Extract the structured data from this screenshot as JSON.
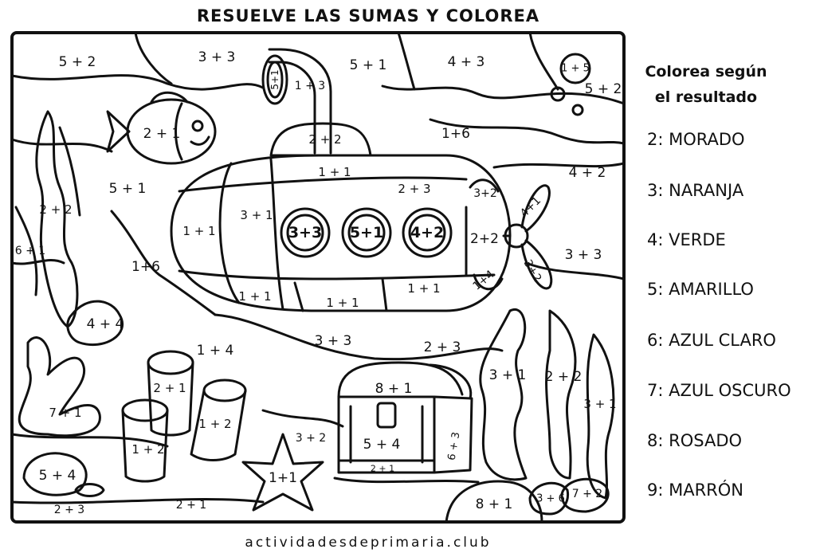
{
  "title": "RESUELVE LAS SUMAS Y COLOREA",
  "legend": {
    "heading_line1": "Colorea según",
    "heading_line2": "el resultado",
    "items": [
      "2: MORADO",
      "3: NARANJA",
      "4: VERDE",
      "5: AMARILLO",
      "6: AZUL CLARO",
      "7: AZUL OSCURO",
      "8: ROSADO",
      "9: MARRÓN"
    ]
  },
  "sums": {
    "s01": "5 + 2",
    "s02": "3 + 3",
    "s03": "5 + 1",
    "s04": "4 + 3",
    "s05": "1 + 5",
    "s06": "5 + 2",
    "s07": "5+1",
    "s08": "1 + 3",
    "s09": "2 + 1",
    "s10": "2 + 2",
    "s11": "1+6",
    "s12": "4 + 2",
    "s13": "5 + 1",
    "s14": "1 + 1",
    "s15": "2 + 3",
    "s16": "3+2",
    "s17": "4+1",
    "s18": "2 + 2",
    "s19": "3 + 1",
    "s20": "1 + 1",
    "s21": "3+3",
    "s22": "5+1",
    "s23": "4+2",
    "s24": "2+2",
    "s25": "3 + 3",
    "s26": "6 + 1",
    "s27": "1+6",
    "s28": "3+2",
    "s29": "1+4",
    "s30": "1 + 1",
    "s31": "1 + 1",
    "s32": "1 + 1",
    "s33": "4 + 4",
    "s34": "1 + 4",
    "s35": "3 + 3",
    "s36": "2 + 3",
    "s37": "8 + 1",
    "s38": "3 + 1",
    "s39": "2 + 2",
    "s40": "2 + 1",
    "s41": "7 + 1",
    "s42": "1 + 2",
    "s43": "3 + 1",
    "s44": "1 + 2",
    "s45": "3 + 2",
    "s46": "5 + 4",
    "s47": "6 + 3",
    "s48": "2 + 1",
    "s49": "5 + 4",
    "s50": "1+1",
    "s51": "2 + 3",
    "s52": "2 + 1",
    "s53": "8 + 1",
    "s54": "3 + 6",
    "s55": "7 + 2"
  },
  "footer": "actividadesdeprimaria.club"
}
